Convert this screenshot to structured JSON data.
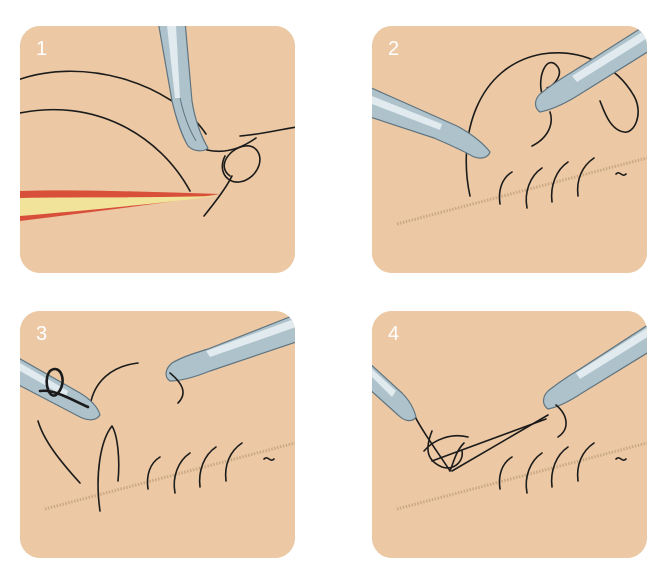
{
  "panels": [
    {
      "step": "1"
    },
    {
      "step": "2"
    },
    {
      "step": "3"
    },
    {
      "step": "4"
    }
  ],
  "colors": {
    "panel_background": "#ecc9a4",
    "instrument_fill": "#aec2cb",
    "instrument_stroke": "#5f7480",
    "instrument_highlight": "#e1eaee",
    "suture": "#1b1b1b",
    "incision": "#c9a986",
    "tissue_yellow": "#f1e39a",
    "tissue_red": "#d8503a",
    "number_text": "#ffffff"
  }
}
